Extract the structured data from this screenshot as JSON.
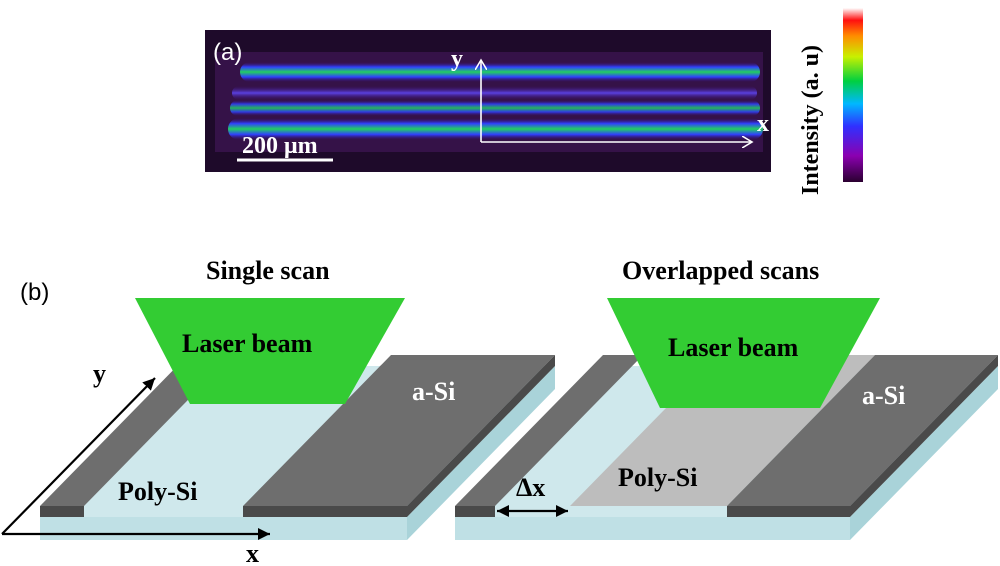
{
  "panel_a": {
    "label": "(a)",
    "axis_y": "y",
    "axis_x": "x",
    "scale_bar": "200 μm",
    "colorbar_label": "Intensity (a. u)"
  },
  "panel_b": {
    "label": "(b)",
    "single": {
      "title": "Single scan",
      "beam_label": "Laser beam",
      "asi_label": "a-Si",
      "polysi_label": "Poly-Si",
      "axis_y": "y",
      "axis_x": "x"
    },
    "overlapped": {
      "title": "Overlapped scans",
      "beam_label": "Laser beam",
      "asi_label": "a-Si",
      "polysi_label": "Poly-Si",
      "delta_label": "Δx"
    }
  },
  "colors": {
    "laser_green": "#33cc33",
    "asi_top": "#6e6e6e",
    "asi_front": "#4a4a4a",
    "polysi_light": "#bdbdbd",
    "substrate_top": "#cfe8ec",
    "substrate_front": "#a9d3d9"
  }
}
